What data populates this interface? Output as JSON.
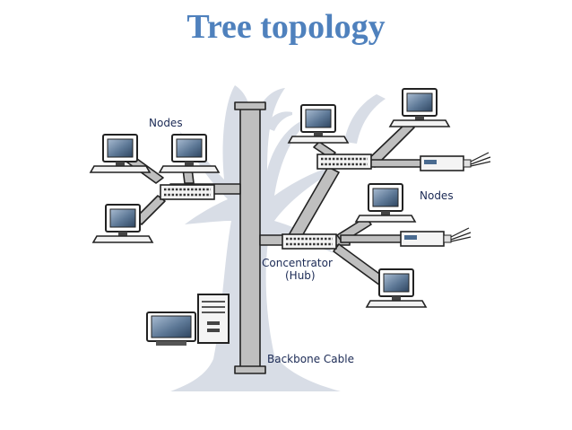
{
  "slide": {
    "title": "Tree topology",
    "title_color": "#4f81bd"
  },
  "diagram": {
    "labels": {
      "nodes_top": "Nodes",
      "nodes_right": "Nodes",
      "concentrator_line1": "Concentrator",
      "concentrator_line2": "(Hub)",
      "backbone": "Backbone Cable"
    },
    "icons": [
      "computer-icon",
      "hub-icon",
      "network-device-icon",
      "desktop-tower-icon"
    ],
    "colors": {
      "tree_silhouette": "#d8dde6",
      "cable": "#bfbfbf",
      "cable_outline": "#222222",
      "screen": "#5d7896",
      "label": "#1b2a55"
    }
  }
}
